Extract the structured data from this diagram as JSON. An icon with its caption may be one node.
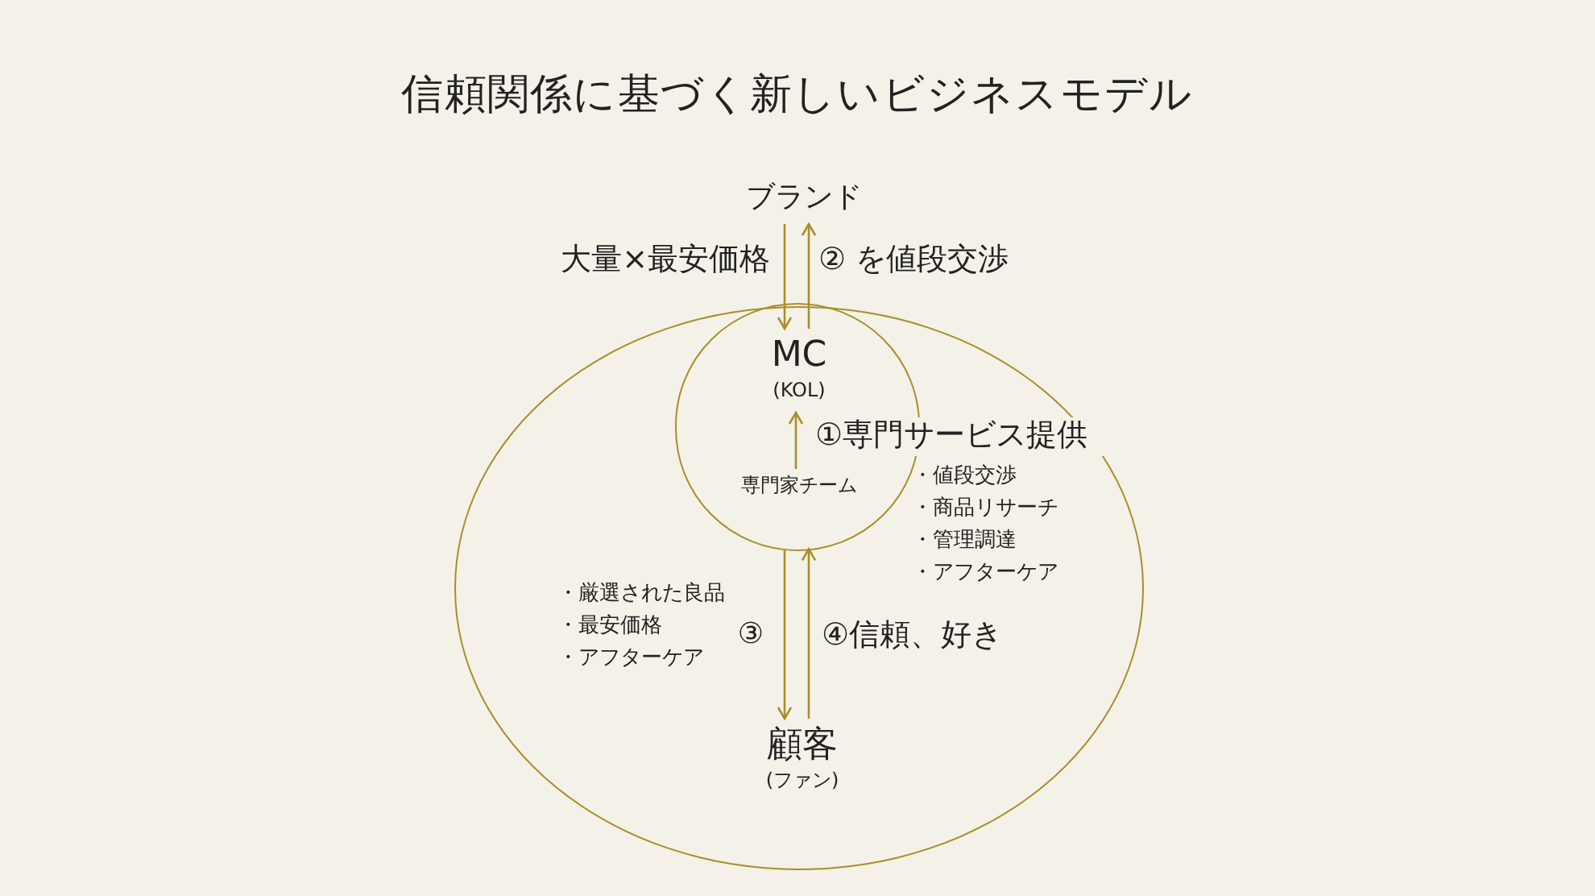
{
  "diagram": {
    "title": "信頼関係に基づく新しいビジネスモデル",
    "nodes": [
      {
        "text": [],
        "shape": "ellipse"
      },
      {
        "text": [],
        "shape": "circle",
        "in": 0
      },
      {
        "text": [
          "ブランド"
        ]
      },
      {
        "text": [
          "MC",
          "(KOL)"
        ],
        "in": 1
      },
      {
        "text": [
          "専門家チーム"
        ],
        "in": 1
      },
      {
        "text": [
          "顧客",
          "(ファン)"
        ],
        "in": 0
      }
    ],
    "edges": [
      {
        "from": 2,
        "to": 3,
        "arrow": "to",
        "label": "大量×最安価格"
      },
      {
        "from": 3,
        "to": 2,
        "arrow": "to",
        "label": "② を値段交渉"
      },
      {
        "from": 4,
        "to": 3,
        "arrow": "to",
        "label": "①専門サービス提供"
      },
      {
        "from": 1,
        "to": 5,
        "arrow": "to",
        "label": "③"
      },
      {
        "from": 5,
        "to": 1,
        "arrow": "to",
        "label": "④信頼、好き"
      }
    ],
    "labels": [
      "・値段交渉",
      "・商品リサーチ",
      "・管理調達",
      "・アフターケア",
      "・厳選された良品",
      "・最安価格",
      "・アフターケア"
    ]
  }
}
